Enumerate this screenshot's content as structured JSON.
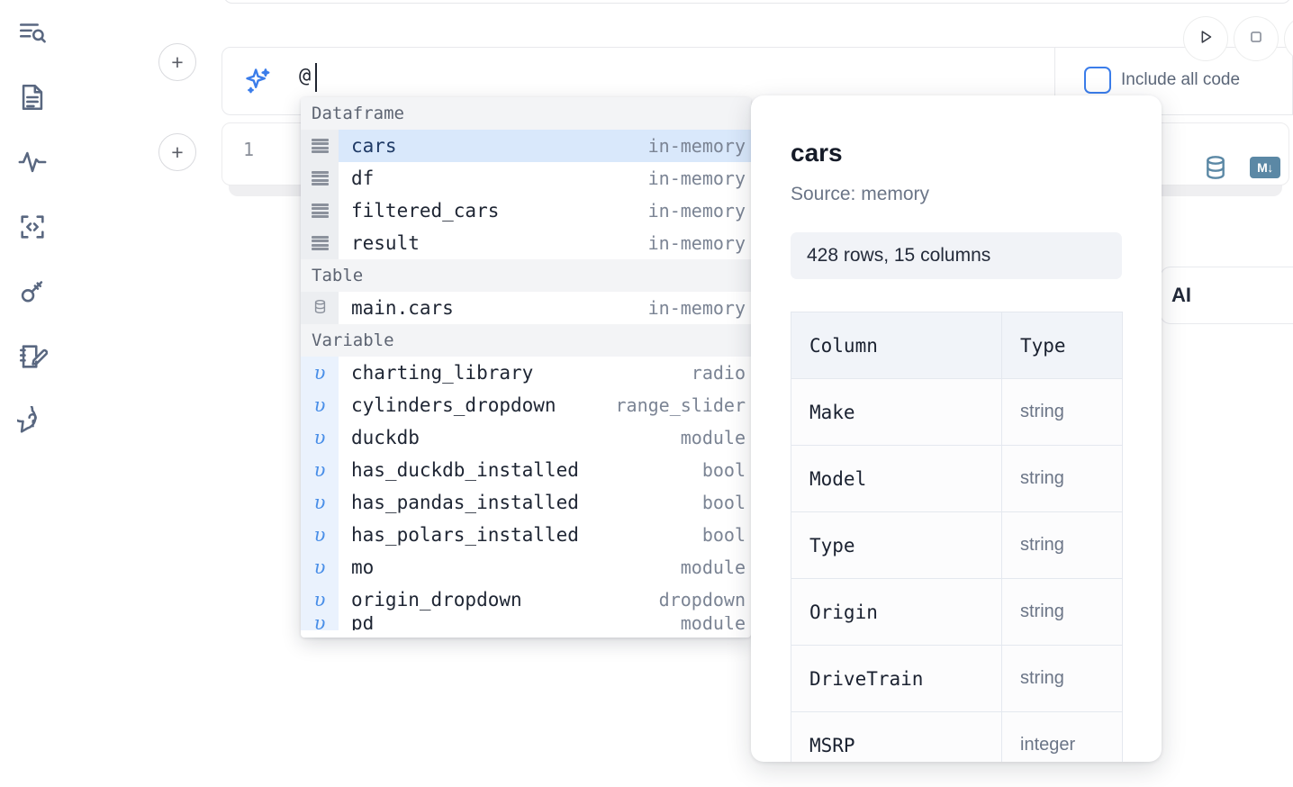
{
  "sidebar": {
    "items": [
      {
        "name": "explore-search-icon",
        "label": "Explore"
      },
      {
        "name": "document-icon",
        "label": "Notebook"
      },
      {
        "name": "activity-icon",
        "label": "Activity"
      },
      {
        "name": "code-snippet-icon",
        "label": "Snippets"
      },
      {
        "name": "key-icon",
        "label": "Secrets"
      },
      {
        "name": "scratchpad-edit-icon",
        "label": "Scratchpad"
      },
      {
        "name": "help-chat-icon",
        "label": "Help"
      }
    ]
  },
  "toolbar": {
    "add_cell_label": "+",
    "run_label": "Run",
    "stop_label": "Stop",
    "include_all_code_label": "Include all code",
    "include_all_code_checked": false,
    "accent_color": "#3b7dea"
  },
  "ai_prompt": {
    "value": "@",
    "placeholder": "",
    "sparkle_icon": "sparkle-icon"
  },
  "code_cell": {
    "line_number": "1",
    "database_icon": "database-icon",
    "markdown_badge": "M↓"
  },
  "ai_chip": {
    "label": "AI"
  },
  "autocomplete": {
    "groups": [
      {
        "title": "Dataframe",
        "icon": "dataframe-icon",
        "items": [
          {
            "name": "cars",
            "type": "in-memory",
            "selected": true
          },
          {
            "name": "df",
            "type": "in-memory",
            "selected": false
          },
          {
            "name": "filtered_cars",
            "type": "in-memory",
            "selected": false
          },
          {
            "name": "result",
            "type": "in-memory",
            "selected": false
          }
        ]
      },
      {
        "title": "Table",
        "icon": "table-database-icon",
        "items": [
          {
            "name": "main.cars",
            "type": "in-memory",
            "selected": false
          }
        ]
      },
      {
        "title": "Variable",
        "icon": "variable-icon",
        "items": [
          {
            "name": "charting_library",
            "type": "radio",
            "selected": false
          },
          {
            "name": "cylinders_dropdown",
            "type": "range_slider",
            "selected": false
          },
          {
            "name": "duckdb",
            "type": "module",
            "selected": false
          },
          {
            "name": "has_duckdb_installed",
            "type": "bool",
            "selected": false
          },
          {
            "name": "has_pandas_installed",
            "type": "bool",
            "selected": false
          },
          {
            "name": "has_polars_installed",
            "type": "bool",
            "selected": false
          },
          {
            "name": "mo",
            "type": "module",
            "selected": false
          },
          {
            "name": "origin_dropdown",
            "type": "dropdown",
            "selected": false
          },
          {
            "name": "pd",
            "type": "module",
            "selected": false
          }
        ]
      }
    ]
  },
  "docs": {
    "title": "cars",
    "source": "Source: memory",
    "shape": "428 rows, 15 columns",
    "table": {
      "headers": [
        "Column",
        "Type"
      ],
      "rows": [
        [
          "Make",
          "string"
        ],
        [
          "Model",
          "string"
        ],
        [
          "Type",
          "string"
        ],
        [
          "Origin",
          "string"
        ],
        [
          "DriveTrain",
          "string"
        ],
        [
          "MSRP",
          "integer"
        ]
      ]
    }
  }
}
